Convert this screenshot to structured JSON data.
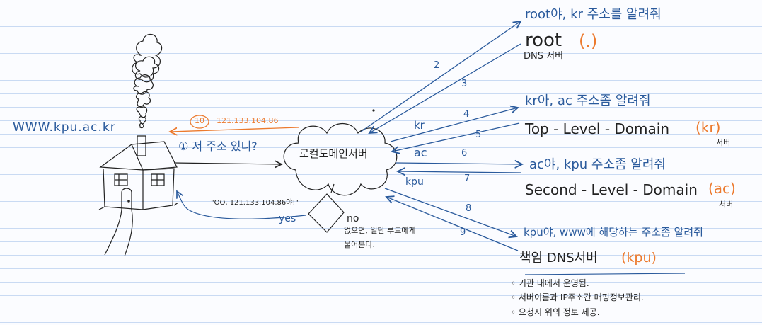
{
  "client": {
    "url": "WWW.kpu.ac.kr",
    "question": "① 저 주소 있니?",
    "answer_ip": "121.133.104.86",
    "answer_step": "10",
    "yes_quote": "\"OO, 121.133.104.86야!\"",
    "yes": "yes"
  },
  "local_dns": {
    "label": "로컬도메인서버",
    "no": "no",
    "no_note": [
      "없으면, 일단 루트에게",
      "물어본다."
    ]
  },
  "root": {
    "request": "root야, kr 주소를 알려줘",
    "name": "root",
    "dot": "(.)",
    "sub": "DNS 서버"
  },
  "tld": {
    "request": "kr아, ac 주소좀 알려줘",
    "name": "Top - Level - Domain",
    "tag": "(kr)",
    "sub": "서버"
  },
  "sld": {
    "request": "ac야, kpu 주소좀 알려줘",
    "name": "Second - Level - Domain",
    "tag": "(ac)",
    "sub": "서버"
  },
  "auth": {
    "request": "kpu야, www에 해당하는 주소좀 알려줘",
    "name": "책임 DNS서버",
    "tag": "(kpu)",
    "notes": [
      "◦ 기관 내에서 운영됨.",
      "◦ 서버이름과 IP주소간 매핑정보관리.",
      "◦ 요청시 위의 정보 제공."
    ]
  },
  "arrows": {
    "n2": "2",
    "n3": "3",
    "n4": "4",
    "n5": "5",
    "n6": "6",
    "n7": "7",
    "n8": "8",
    "n9": "9",
    "kr": "kr",
    "ac": "ac",
    "kpu": "kpu"
  },
  "colors": {
    "ink": "#222222",
    "blue": "#2a5a9c",
    "orange": "#ec7a2e",
    "line": "#c9daf3"
  }
}
